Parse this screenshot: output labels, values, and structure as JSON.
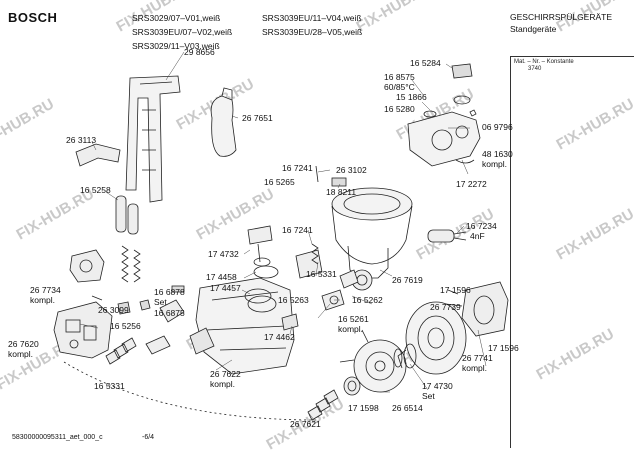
{
  "header": {
    "brand": "BOSCH",
    "models_col1": [
      "SRS3029/07–V01,weiß",
      "SRS3039EU/07–V02,weiß",
      "SRS3029/11–V03,weiß"
    ],
    "models_col2": [
      "SRS3039EU/11–V04,weiß",
      "SRS3039EU/28–V05,weiß"
    ],
    "category": "GESCHIRRSPÜLGERÄTE",
    "subcategory": "Standgeräte"
  },
  "side_panel": {
    "label_line1": "Mat. – Nr. – Konstante",
    "label_line2": "3740"
  },
  "watermark": "FIX-HUB.RU",
  "parts": [
    {
      "id": "p298656",
      "text": "29 8656"
    },
    {
      "id": "p263113",
      "text": "26 3113"
    },
    {
      "id": "p267651",
      "text": "26 7651"
    },
    {
      "id": "p165258",
      "text": "16 5258"
    },
    {
      "id": "p165284",
      "text": "16 5284"
    },
    {
      "id": "p168575",
      "text": "16 8575"
    },
    {
      "id": "p6085",
      "text": "60/85°C"
    },
    {
      "id": "p151866",
      "text": "15 1866"
    },
    {
      "id": "p165280",
      "text": "16 5280"
    },
    {
      "id": "p069796",
      "text": "06 9796"
    },
    {
      "id": "p481630",
      "text": "48 1630"
    },
    {
      "id": "pkompl1",
      "text": "kompl."
    },
    {
      "id": "p167241a",
      "text": "16 7241"
    },
    {
      "id": "p263102",
      "text": "26 3102"
    },
    {
      "id": "p165265",
      "text": "16 5265"
    },
    {
      "id": "p188211",
      "text": "18 8211"
    },
    {
      "id": "p172272",
      "text": "17 2272"
    },
    {
      "id": "p167241b",
      "text": "16 7241"
    },
    {
      "id": "p167234",
      "text": "16 7234"
    },
    {
      "id": "p4nf",
      "text": "4nF"
    },
    {
      "id": "p174732",
      "text": "17 4732"
    },
    {
      "id": "p165331a",
      "text": "16 5331"
    },
    {
      "id": "p267619",
      "text": "26 7619"
    },
    {
      "id": "p174458",
      "text": "17 4458"
    },
    {
      "id": "p174457",
      "text": "17 4457"
    },
    {
      "id": "p267734",
      "text": "26 7734"
    },
    {
      "id": "pkompl2",
      "text": "kompl."
    },
    {
      "id": "p166878",
      "text": "16 6878"
    },
    {
      "id": "pset1",
      "text": "Set"
    },
    {
      "id": "p263099",
      "text": "26 3099"
    },
    {
      "id": "p165263",
      "text": "16 5263"
    },
    {
      "id": "p165262",
      "text": "16 5262"
    },
    {
      "id": "p171596a",
      "text": "17 1596"
    },
    {
      "id": "p166875",
      "text": "16 6875"
    },
    {
      "id": "p165256",
      "text": "16 5256"
    },
    {
      "id": "p165261",
      "text": "16 5261"
    },
    {
      "id": "pkompl3",
      "text": "kompl."
    },
    {
      "id": "p267739",
      "text": "26 7739"
    },
    {
      "id": "p174462",
      "text": "17 4462"
    },
    {
      "id": "p171596b",
      "text": "17 1596"
    },
    {
      "id": "p267620",
      "text": "26 7620"
    },
    {
      "id": "pkompl4",
      "text": "kompl."
    },
    {
      "id": "p267741",
      "text": "26 7741"
    },
    {
      "id": "pkompl5",
      "text": "kompl."
    },
    {
      "id": "p267622",
      "text": "26 7622"
    },
    {
      "id": "pkompl6",
      "text": "kompl."
    },
    {
      "id": "p165331b",
      "text": "16 5331"
    },
    {
      "id": "p174730",
      "text": "17 4730"
    },
    {
      "id": "pset2",
      "text": "Set"
    },
    {
      "id": "p171598",
      "text": "17 1598"
    },
    {
      "id": "p266514",
      "text": "26 6514"
    },
    {
      "id": "p267621",
      "text": "26 7621"
    }
  ],
  "footer": {
    "code": "58300000095311_aet_000_c",
    "page": "-6/4"
  }
}
